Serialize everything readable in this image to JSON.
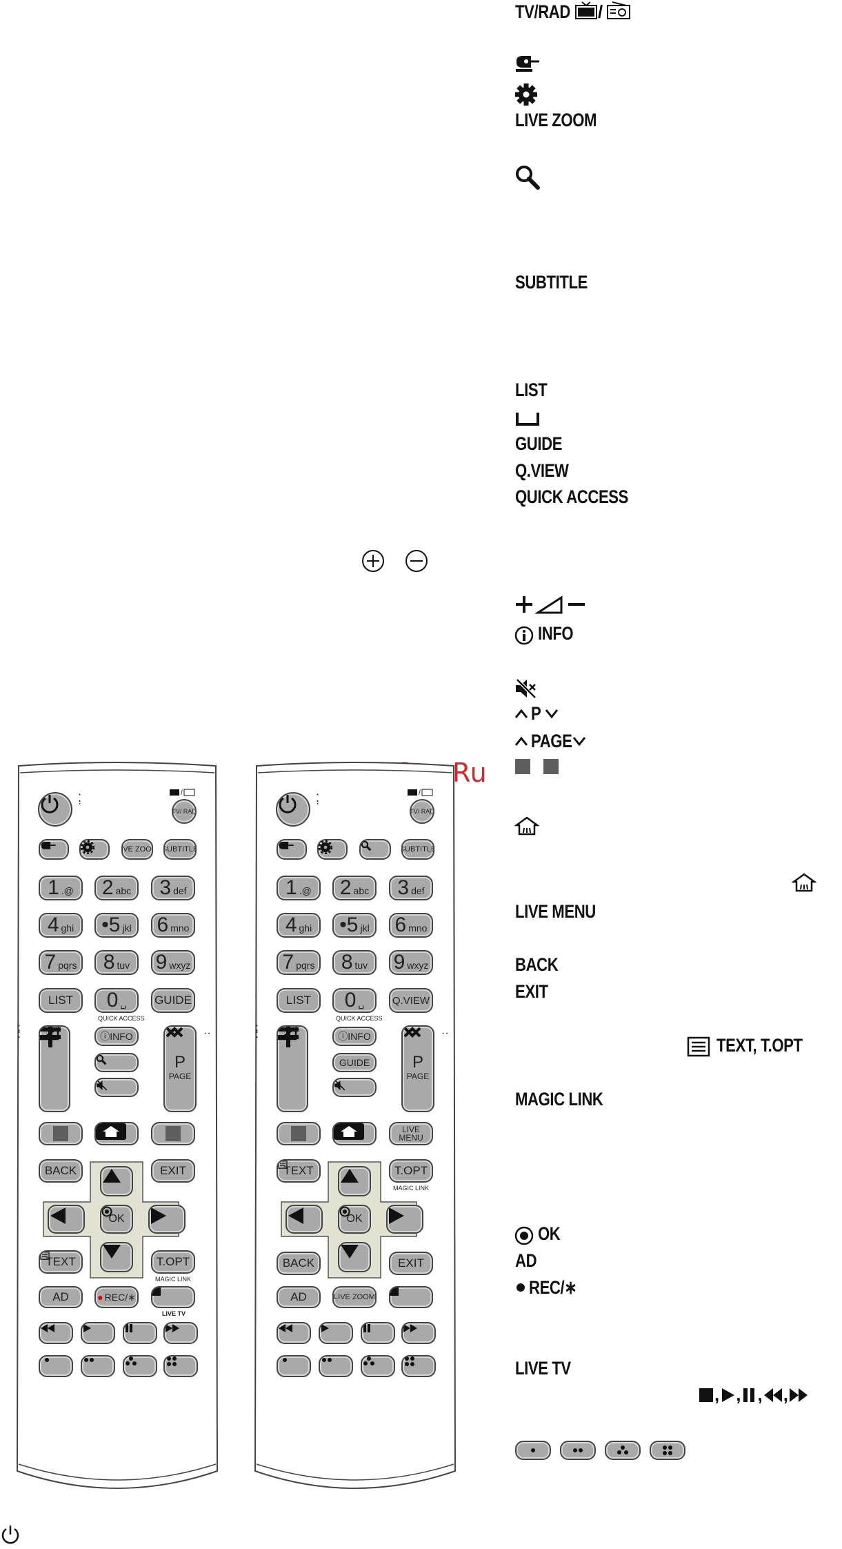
{
  "watermark": "McGrp.Ru",
  "labels": {
    "tvrad": "TV/RAD",
    "livezoom": "LIVE ZOOM",
    "subtitle": "SUBTITLE",
    "list": "LIST",
    "guide": "GUIDE",
    "qview": "Q.VIEW",
    "quickaccess": "QUICK ACCESS",
    "info": "INFO",
    "p": "P",
    "page": "PAGE",
    "livemenu": "LIVE MENU",
    "back": "BACK",
    "exit": "EXIT",
    "textopt": "TEXT, T.OPT",
    "magiclink": "MAGIC LINK",
    "ok": "OK",
    "ad": "AD",
    "rec": "REC/∗",
    "livetv": "LIVE TV",
    "playback_sep": ", "
  },
  "remote1": {
    "tvrad": "TV/ RAD",
    "livezoom": "LIVE ZOOM",
    "subtitle": "SUBTITLE",
    "keys": [
      {
        "n": "1",
        "s": ".@"
      },
      {
        "n": "2",
        "s": "abc"
      },
      {
        "n": "3",
        "s": "def"
      },
      {
        "n": "4",
        "s": "ghi"
      },
      {
        "n": "•5",
        "s": "jkl"
      },
      {
        "n": "6",
        "s": "mno"
      },
      {
        "n": "7",
        "s": "pqrs"
      },
      {
        "n": "8",
        "s": "tuv"
      },
      {
        "n": "9",
        "s": "wxyz"
      }
    ],
    "list": "LIST",
    "zero": "0",
    "space": "␣",
    "guide": "GUIDE",
    "quickaccess": "QUICK ACCESS",
    "info": "ⓘINFO",
    "page_p": "P",
    "page": "PAGE",
    "back": "BACK",
    "exit": "EXIT",
    "ok": "OK",
    "text": "TEXT",
    "topt": "T.OPT",
    "magiclink": "MAGIC LINK",
    "ad": "AD",
    "rec": "REC/∗",
    "livetv": "LIVE TV"
  },
  "remote2": {
    "tvrad": "TV/ RAD",
    "subtitle": "SUBTITLE",
    "keys": [
      {
        "n": "1",
        "s": ".@"
      },
      {
        "n": "2",
        "s": "abc"
      },
      {
        "n": "3",
        "s": "def"
      },
      {
        "n": "4",
        "s": "ghi"
      },
      {
        "n": "•5",
        "s": "jkl"
      },
      {
        "n": "6",
        "s": "mno"
      },
      {
        "n": "7",
        "s": "pqrs"
      },
      {
        "n": "8",
        "s": "tuv"
      },
      {
        "n": "9",
        "s": "wxyz"
      }
    ],
    "list": "LIST",
    "zero": "0",
    "space": "␣",
    "qview": "Q.VIEW",
    "quickaccess": "QUICK ACCESS",
    "info": "ⓘINFO",
    "guide": "GUIDE",
    "page_p": "P",
    "page": "PAGE",
    "livemenu_1": "LIVE",
    "livemenu_2": "MENU",
    "text": "TEXT",
    "topt": "T.OPT",
    "magiclink": "MAGIC LINK",
    "ok": "OK",
    "back": "BACK",
    "exit": "EXIT",
    "ad": "AD",
    "livezoom": "LIVE ZOOM"
  },
  "colors": {
    "button": "#a9a9a9",
    "outline": "#444444",
    "dpad": "#d9d9c9",
    "watermark": "#cc2b2b"
  }
}
